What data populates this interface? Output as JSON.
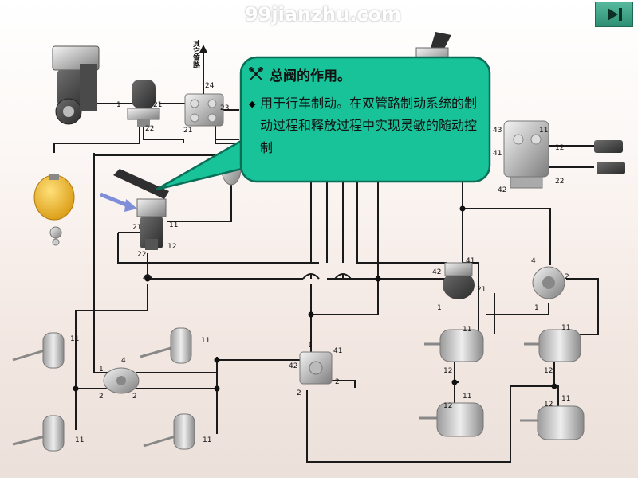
{
  "watermark": "99jianzhu.com",
  "callout": {
    "title": "总阀的作用。",
    "body": "用于行车制动。在双管路制动系统的制动过程和释放过程中实现灵敏的随动控制"
  },
  "vertical_label": "其它管路",
  "port_labels": {
    "p1": "1",
    "p2": "21",
    "p3": "22",
    "p4": "24",
    "p5": "23",
    "p6": "21",
    "p7": "43",
    "p8": "11",
    "p9": "41",
    "p10": "42",
    "p11": "12",
    "p12": "22",
    "p13": "21",
    "p14": "11",
    "p15": "22",
    "p16": "12",
    "p17": "42",
    "p18": "41",
    "p19": "1",
    "p20": "21",
    "p21": "4",
    "p22": "2",
    "p23": "1",
    "p24": "11",
    "p25": "11",
    "p26": "11",
    "p27": "11",
    "p28": "1",
    "p29": "4",
    "p30": "2",
    "p31": "2",
    "p32": "42",
    "p33": "1",
    "p34": "41",
    "p35": "2",
    "p36": "2",
    "p37": "11",
    "p38": "12",
    "p39": "11",
    "p40": "12",
    "p41": "11",
    "p42": "12",
    "p43": "11",
    "p44": "12"
  },
  "colors": {
    "callout_fill": "#19c39a",
    "callout_border": "#0b6f58",
    "pipe": "#1a1a1a",
    "button": "#2e8f74"
  }
}
